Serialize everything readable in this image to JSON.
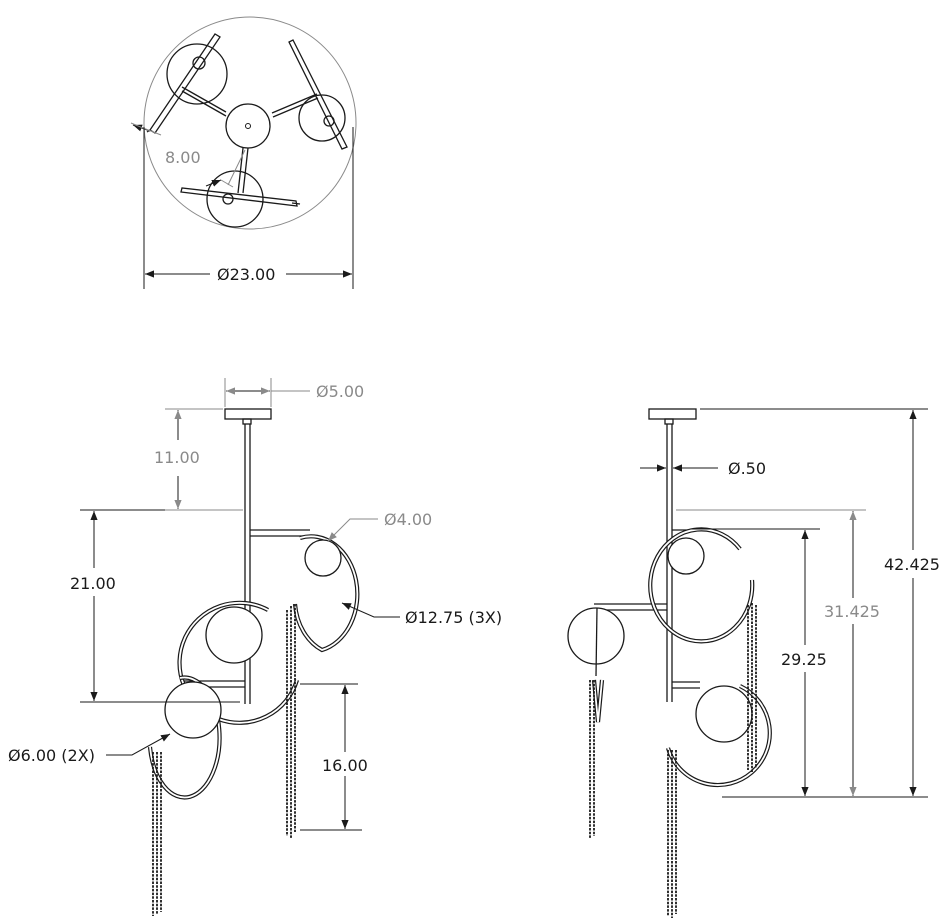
{
  "top_view": {
    "overall_diameter": "Ø23.00",
    "arm_offset": "8.00"
  },
  "front_view": {
    "canopy_diameter": "Ø5.00",
    "stem_length": "11.00",
    "body_height": "21.00",
    "small_globe_diameter": "Ø4.00",
    "ring_diameter": "Ø12.75 (3X)",
    "large_globe_diameter": "Ø6.00 (2X)",
    "chain_length": "16.00"
  },
  "side_view": {
    "rod_diameter": "Ø.50",
    "overall_height": "42.425",
    "height_to_ring_bottom": "31.425",
    "ring_stack_height": "29.25"
  }
}
